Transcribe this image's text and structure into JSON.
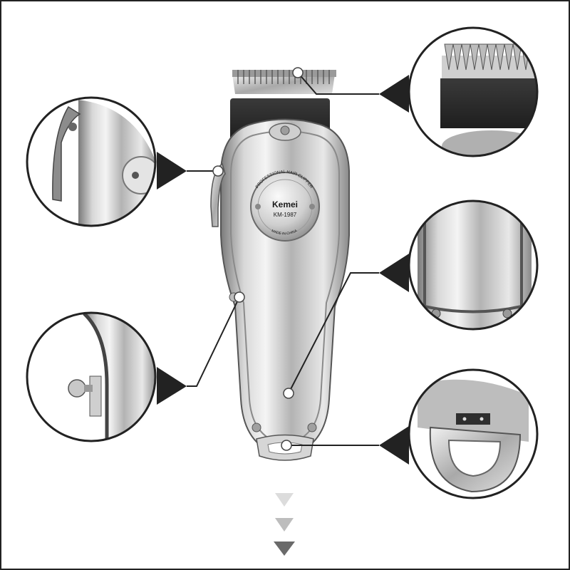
{
  "product": {
    "brand": "Kemei",
    "model": "KM-1987",
    "ring_top_text": "PROFESSIONAL HAIR CLIPPER",
    "ring_bottom_text": "MADE IN CHINA"
  },
  "callouts": [
    {
      "name": "blade-detail",
      "side": "right"
    },
    {
      "name": "power-lever-detail",
      "side": "left"
    },
    {
      "name": "side-button-detail",
      "side": "left"
    },
    {
      "name": "body-bottom-detail",
      "side": "right"
    },
    {
      "name": "hanging-ring-detail",
      "side": "right"
    }
  ],
  "scroll_arrows": 3,
  "colors": {
    "background": "#ffffff",
    "border": "#222222",
    "metal_light": "#e6e6e6",
    "metal_mid": "#b9b9b9",
    "metal_dark": "#6e6e6e",
    "line": "#222222",
    "arrow_light": "#d9d9d9",
    "arrow_mid": "#bcbcbc",
    "arrow_dark": "#6a6a6a"
  }
}
